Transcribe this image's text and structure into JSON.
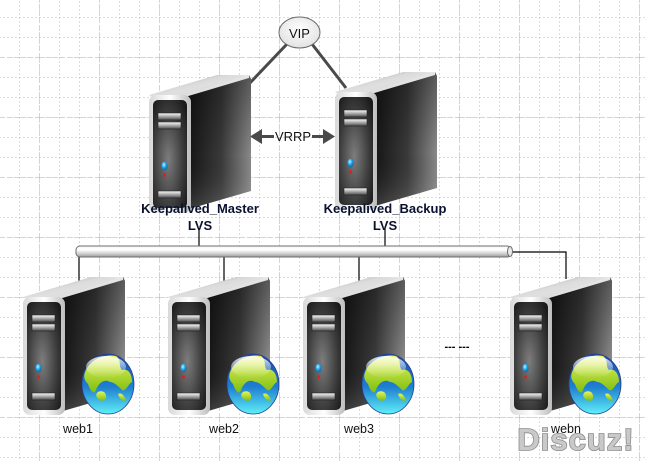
{
  "diagram": {
    "title": "Keepalived + LVS load-balancing topology",
    "vip": {
      "label": "VIP"
    },
    "heartbeat": {
      "label": "VRRP"
    },
    "lvs_nodes": [
      {
        "id": "master",
        "name": "Keepalived_Master",
        "role": "LVS"
      },
      {
        "id": "backup",
        "name": "Keepalived_Backup",
        "role": "LVS"
      }
    ],
    "web_nodes": [
      {
        "id": "web1",
        "label": "web1"
      },
      {
        "id": "web2",
        "label": "web2"
      },
      {
        "id": "web3",
        "label": "web3"
      },
      {
        "id": "webn",
        "label": "webn"
      }
    ],
    "ellipsis": "--- ---",
    "watermark": "Discuz!",
    "edges": [
      {
        "from": "vip",
        "to": "master",
        "style": "solid"
      },
      {
        "from": "vip",
        "to": "backup",
        "style": "solid"
      },
      {
        "from": "master",
        "to": "backup",
        "style": "bidirectional-arrow",
        "label": "VRRP"
      },
      {
        "from": "master",
        "to": "bus"
      },
      {
        "from": "backup",
        "to": "bus"
      },
      {
        "from": "bus",
        "to": "web1"
      },
      {
        "from": "bus",
        "to": "web2"
      },
      {
        "from": "bus",
        "to": "web3"
      },
      {
        "from": "bus",
        "to": "webn"
      }
    ],
    "colors": {
      "grid": "#b4b4b4",
      "edge": "#4a4a4a",
      "label_text": "#0a1230",
      "bus_fill": "#e2e2e2"
    }
  }
}
